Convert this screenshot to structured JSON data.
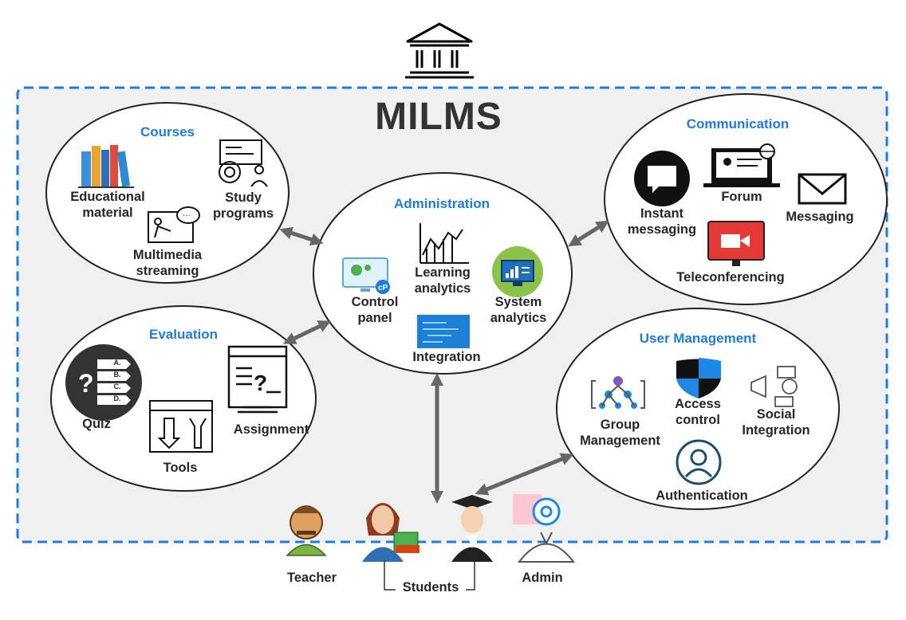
{
  "title": "MILMS",
  "colors": {
    "accent": "#1e7be0",
    "border_dash": "#1f7ce3",
    "panel": "#f0f0f0",
    "arrow": "#666666"
  },
  "courses": {
    "title": "Courses",
    "items": [
      "Educational\nmaterial",
      "Study\nprograms",
      "Multimedia\nstreaming"
    ]
  },
  "administration": {
    "title": "Administration",
    "items": [
      "Learning\nanalytics",
      "Control\npanel",
      "System\nanalytics",
      "Integration"
    ]
  },
  "communication": {
    "title": "Communication",
    "items": [
      "Forum",
      "Instant\nmessaging",
      "Messaging",
      "Teleconferencing"
    ]
  },
  "evaluation": {
    "title": "Evaluation",
    "items": [
      "Quiz",
      "Tools",
      "Assignment"
    ]
  },
  "user_management": {
    "title": "User Management",
    "items": [
      "Access\ncontrol",
      "Group\nManagement",
      "Social\nIntegration",
      "Authentication"
    ]
  },
  "users": {
    "teacher": "Teacher",
    "students": "Students",
    "admin": "Admin"
  },
  "quiz_options": [
    "A.",
    "B.",
    "C.",
    "D."
  ]
}
